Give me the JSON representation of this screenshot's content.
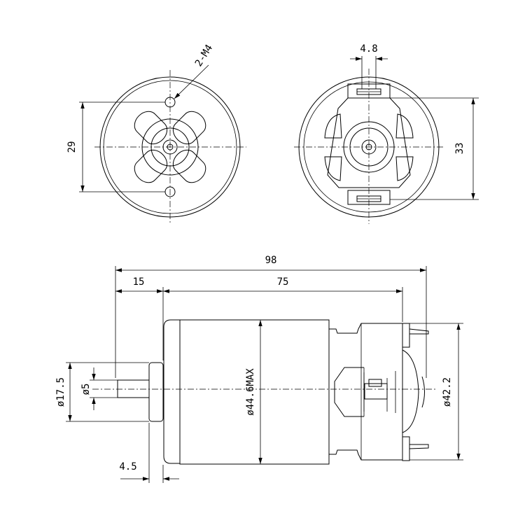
{
  "drawing": {
    "front_view": {
      "callout": "2-M4",
      "dimension_29": "29"
    },
    "rear_view": {
      "dimension_width": "4.8",
      "dimension_height": "33"
    },
    "side_view": {
      "overall_length": "98",
      "shaft_length": "15",
      "body_length": "75",
      "boss_length": "4.5",
      "boss_diameter": "ø17.5",
      "shaft_diameter": "ø5",
      "body_diameter": "ø44.6MAX",
      "end_diameter": "ø42.2"
    }
  }
}
